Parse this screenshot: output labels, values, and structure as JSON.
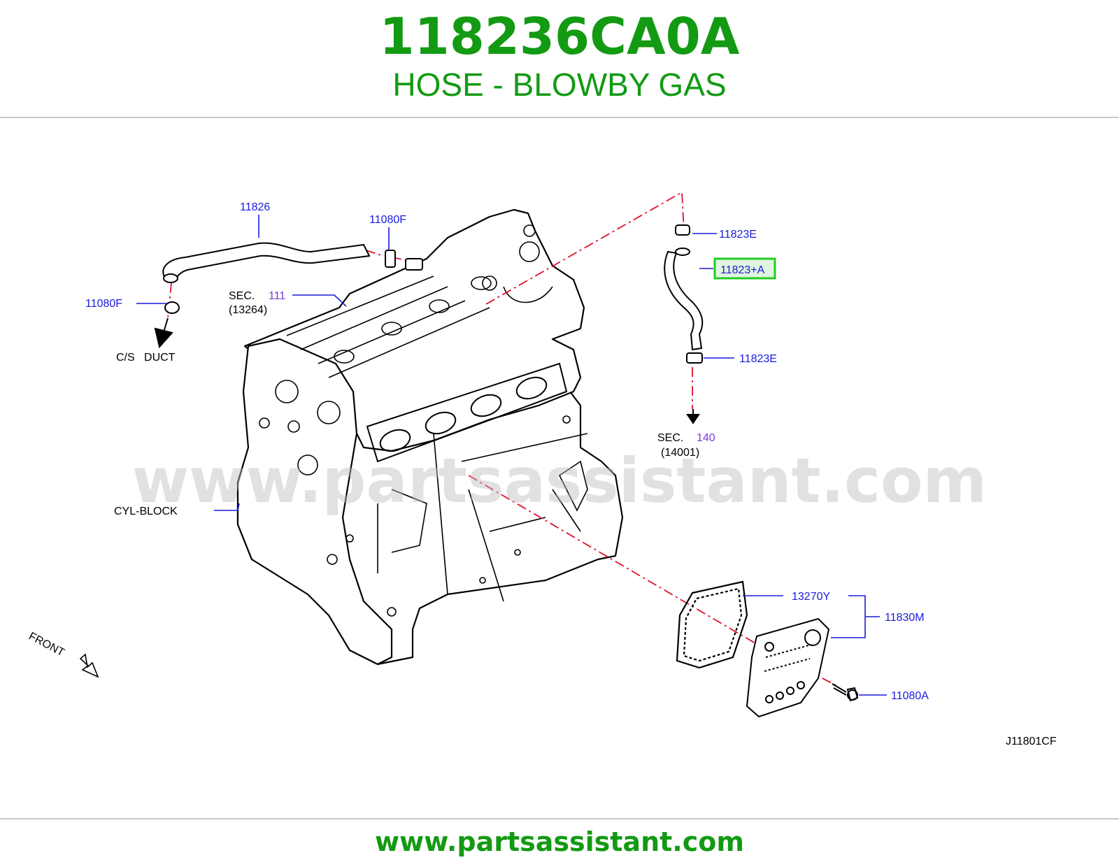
{
  "header": {
    "part_number": "118236CA0A",
    "description": "HOSE - BLOWBY GAS"
  },
  "callouts": {
    "hose_top": "11826",
    "clamp_top_right": "11080F",
    "clamp_top_left": "11080F",
    "cs_duct": "C/S   DUCT",
    "sec_111_prefix": "SEC.",
    "sec_111_num": "111",
    "sec_111_ref": "(13264)",
    "clamp_upper_e": "11823E",
    "hose_selected": "11823+A",
    "clamp_lower_e": "11823E",
    "sec_140_prefix": "SEC.",
    "sec_140_num": "140",
    "sec_140_ref": "(14001)",
    "cyl_block": "CYL-BLOCK",
    "gasket": "13270Y",
    "separator": "11830M",
    "bolt": "11080A",
    "front": "FRONT",
    "diagram_code": "J11801CF"
  },
  "watermark": "www.partsassistant.com",
  "footer": {
    "url": "www.partsassistant.com"
  },
  "colors": {
    "brand_green": "#139a13",
    "callout_blue": "#1a1adb",
    "highlight_green": "#22cc22",
    "centerline_red": "#e0112b"
  }
}
